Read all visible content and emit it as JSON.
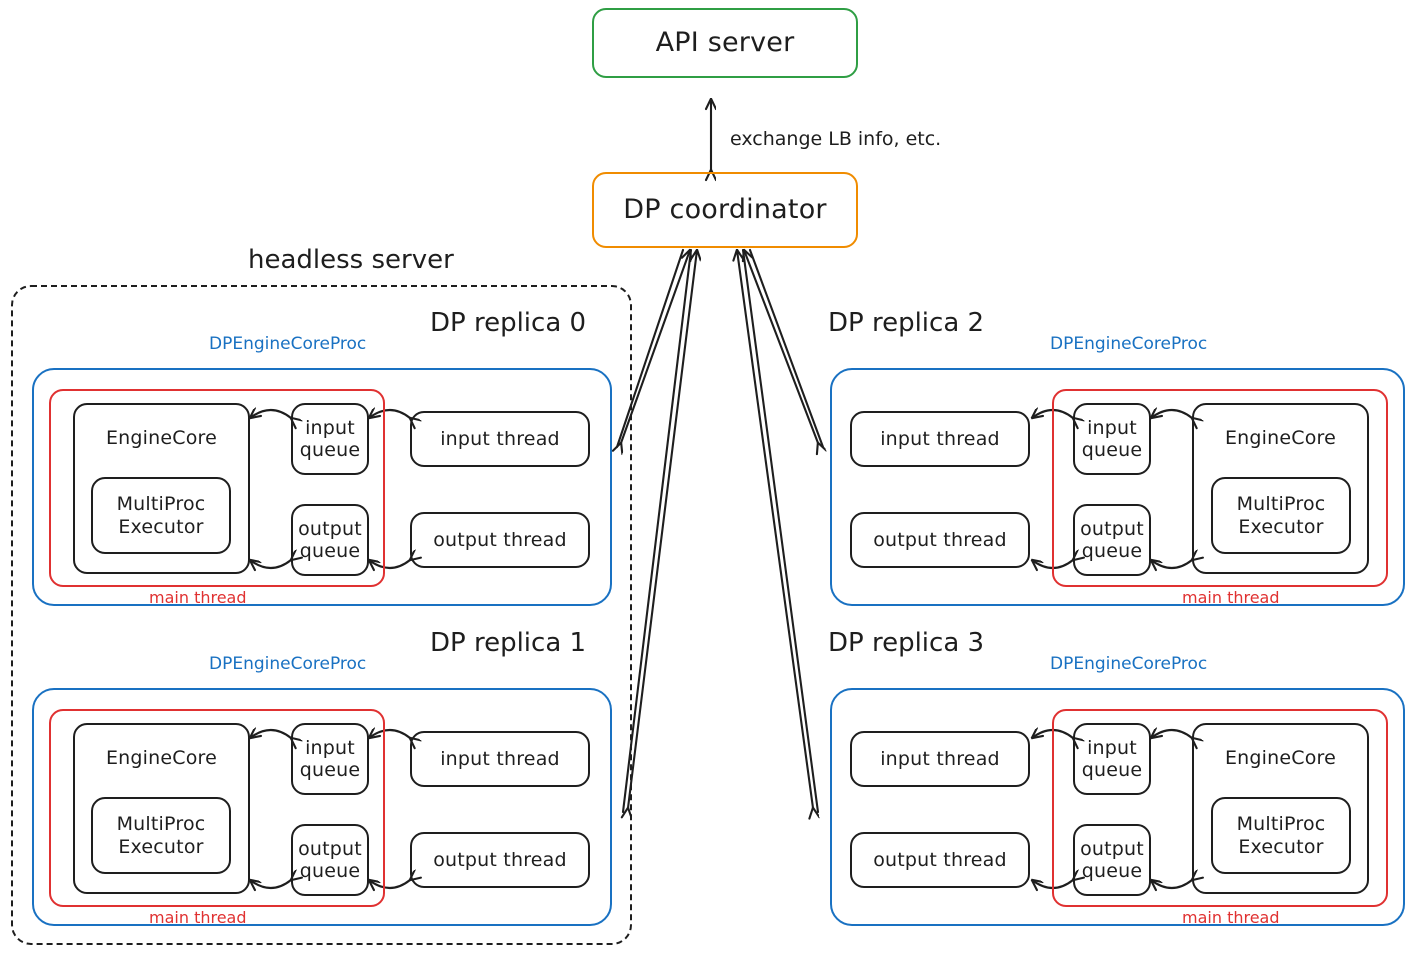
{
  "diagram": {
    "title_nodes": {
      "api_server": "API server",
      "dp_coordinator": "DP coordinator"
    },
    "edge_labels": {
      "coordinator_api": "exchange LB info, etc."
    },
    "group_labels": {
      "headless_server": "headless server"
    },
    "colors": {
      "green": "#2f9e44",
      "orange": "#f08c00",
      "blue": "#1971c2",
      "red": "#e03131",
      "black": "#1e1e1e"
    },
    "common": {
      "proc_label": "DPEngineCoreProc",
      "main_thread_label": "main thread",
      "engine_core": "EngineCore",
      "multiproc_executor": "MultiProc\nExecutor",
      "input_queue": "input\nqueue",
      "output_queue": "output\nqueue",
      "input_thread": "input thread",
      "output_thread": "output thread"
    },
    "replicas": [
      {
        "id": "replica-0",
        "title": "DP replica 0",
        "orientation": "engine-left",
        "in_headless_server": true,
        "proc_label": "DPEngineCoreProc",
        "main_thread_label": "main thread",
        "boxes": {
          "engine_core": "EngineCore",
          "multiproc_executor": "MultiProc\nExecutor",
          "input_queue": "input\nqueue",
          "output_queue": "output\nqueue",
          "input_thread": "input thread",
          "output_thread": "output thread"
        }
      },
      {
        "id": "replica-1",
        "title": "DP replica 1",
        "orientation": "engine-left",
        "in_headless_server": true,
        "proc_label": "DPEngineCoreProc",
        "main_thread_label": "main thread",
        "boxes": {
          "engine_core": "EngineCore",
          "multiproc_executor": "MultiProc\nExecutor",
          "input_queue": "input\nqueue",
          "output_queue": "output\nqueue",
          "input_thread": "input thread",
          "output_thread": "output thread"
        }
      },
      {
        "id": "replica-2",
        "title": "DP replica 2",
        "orientation": "engine-right",
        "in_headless_server": false,
        "proc_label": "DPEngineCoreProc",
        "main_thread_label": "main thread",
        "boxes": {
          "engine_core": "EngineCore",
          "multiproc_executor": "MultiProc\nExecutor",
          "input_queue": "input\nqueue",
          "output_queue": "output\nqueue",
          "input_thread": "input thread",
          "output_thread": "output thread"
        }
      },
      {
        "id": "replica-3",
        "title": "DP replica 3",
        "orientation": "engine-right",
        "in_headless_server": false,
        "proc_label": "DPEngineCoreProc",
        "main_thread_label": "main thread",
        "boxes": {
          "engine_core": "EngineCore",
          "multiproc_executor": "MultiProc\nExecutor",
          "input_queue": "input\nqueue",
          "output_queue": "output\nqueue",
          "input_thread": "input thread",
          "output_thread": "output thread"
        }
      }
    ]
  }
}
